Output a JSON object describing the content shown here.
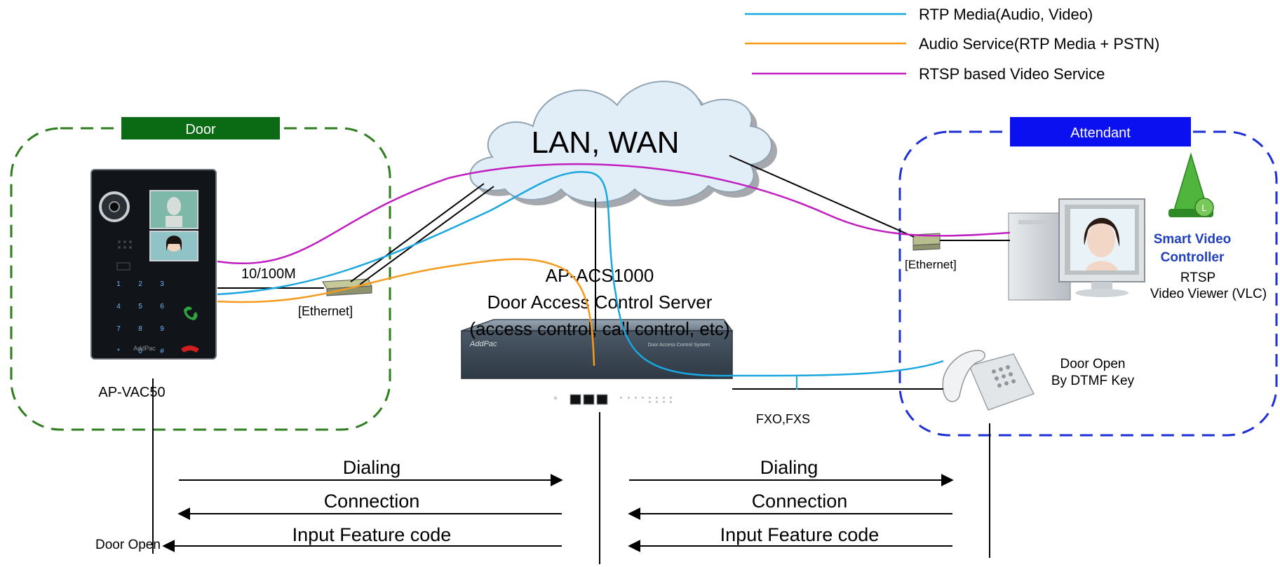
{
  "legend": [
    {
      "label": "RTP Media(Audio, Video)",
      "color": "#1aa7e0"
    },
    {
      "label": "Audio Service(RTP Media + PSTN)",
      "color": "#f59a1c"
    },
    {
      "label": "RTSP based Video Service",
      "color": "#c01ec0"
    }
  ],
  "zones": {
    "door": {
      "title": "Door",
      "border_color": "#2e7d1f",
      "title_bg": "#0a6b14"
    },
    "attendant": {
      "title": "Attendant",
      "border_color": "#1f2fd6",
      "title_bg": "#0a10f0"
    }
  },
  "cloud": {
    "label": "LAN, WAN"
  },
  "server": {
    "name": "AP-ACS1000",
    "line1": "Door Access Control Server",
    "line2": "(access control, call control, etc)",
    "brand": "AddPac",
    "panel_text": "Door Access Control System"
  },
  "door_device": {
    "name": "AP-VAC50",
    "brand": "AddPac",
    "keypad": [
      "1",
      "2",
      "3",
      "4",
      "5",
      "6",
      "7",
      "8",
      "9",
      "*",
      "0",
      "#"
    ]
  },
  "links": {
    "speed": "10/100M",
    "ethernet_left": "[Ethernet]",
    "ethernet_right": "[Ethernet]",
    "fxo_fxs": "FXO,FXS"
  },
  "attendant": {
    "app_name_line1": "Smart Video",
    "app_name_line2": "Controller",
    "viewer_line1": "RTSP",
    "viewer_line2": "Video Viewer (VLC)",
    "phone_line1": "Door Open",
    "phone_line2": "By DTMF Key"
  },
  "sequence_left": {
    "dialing": "Dialing",
    "connection": "Connection",
    "feature": "Input Feature code",
    "door_open": "Door Open"
  },
  "sequence_right": {
    "dialing": "Dialing",
    "connection": "Connection",
    "feature": "Input Feature code"
  }
}
